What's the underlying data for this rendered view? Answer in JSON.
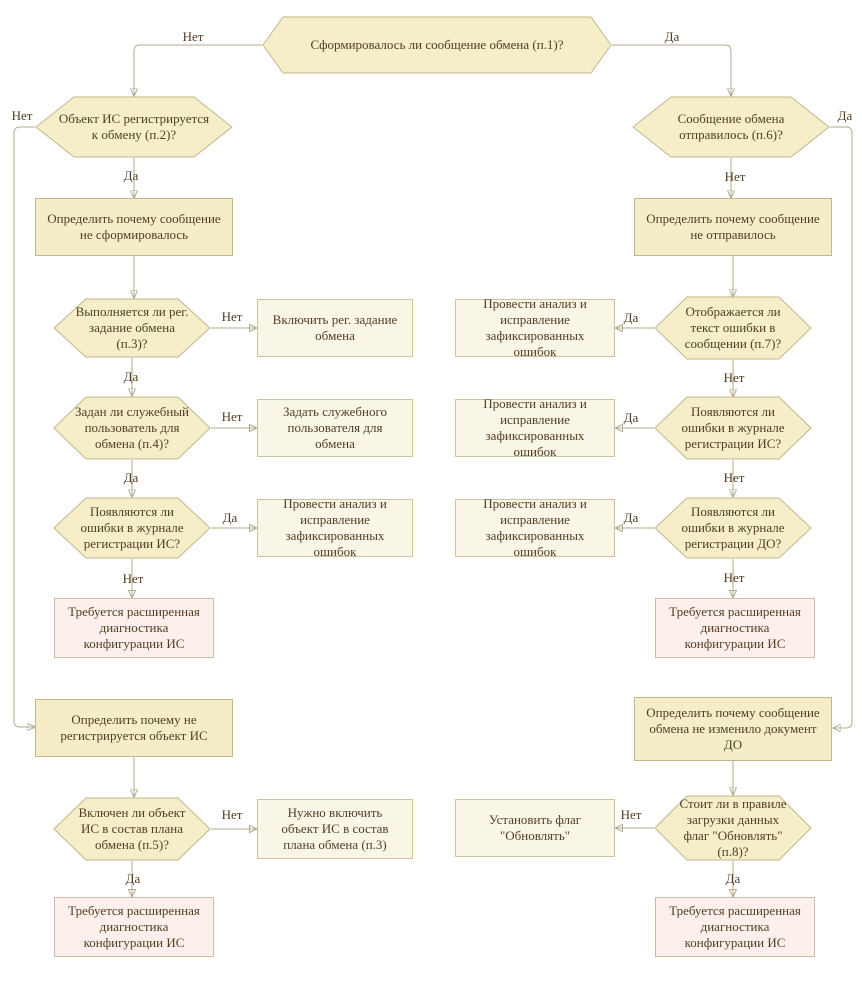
{
  "labels": {
    "yes": "Да",
    "no": "Нет"
  },
  "nodes": {
    "p1": "Сформировалось ли сообщение обмена (п.1)?",
    "p2": "Объект ИС регистрируется к обмену (п.2)?",
    "define_not_formed": "Определить почему сообщение не сформировалось",
    "p3": "Выполняется ли рег. задание обмена (п.3)?",
    "enable_reg_job": "Включить рег. задание обмена",
    "p4": "Задан ли служебный пользователь для обмена (п.4)?",
    "set_service_user": "Задать служебного пользователя для обмена",
    "errors_journal_is": "Появляются ли ошибки в журнале регистрации ИС?",
    "analyze_fix": "Провести анализ и исправление зафиксированных ошибок",
    "need_diag": "Требуется расширенная диагностика конфигурации ИС",
    "define_not_registered": "Определить почему не регистрируется объект ИС",
    "p5": "Включен ли объект ИС в состав плана обмена (п.5)?",
    "need_include": "Нужно включить объект ИС в состав плана обмена (п.3)",
    "p6": "Сообщение обмена отправилось (п.6)?",
    "define_not_sent": "Определить почему сообщение не отправилось",
    "p7": "Отображается ли текст ошибки в сообщении (п.7)?",
    "errors_journal_do": "Появляются ли ошибки в журнале регистрации ДО?",
    "define_not_changed": "Определить почему сообщение обмена не изменило документ ДО",
    "p8": "Стоит ли в правиле загрузки данных флаг \"Обновлять\" (п.8)?",
    "set_update_flag": "Установить флаг \"Обновлять\""
  },
  "colors": {
    "decision_fill": "#f5eec9",
    "process_fill": "#f4edc8",
    "action_fill": "#f9f6e7",
    "alert_fill": "#fdf0ec",
    "border": "#c2b78c",
    "line": "#b2aa8c",
    "text": "#533d22"
  }
}
